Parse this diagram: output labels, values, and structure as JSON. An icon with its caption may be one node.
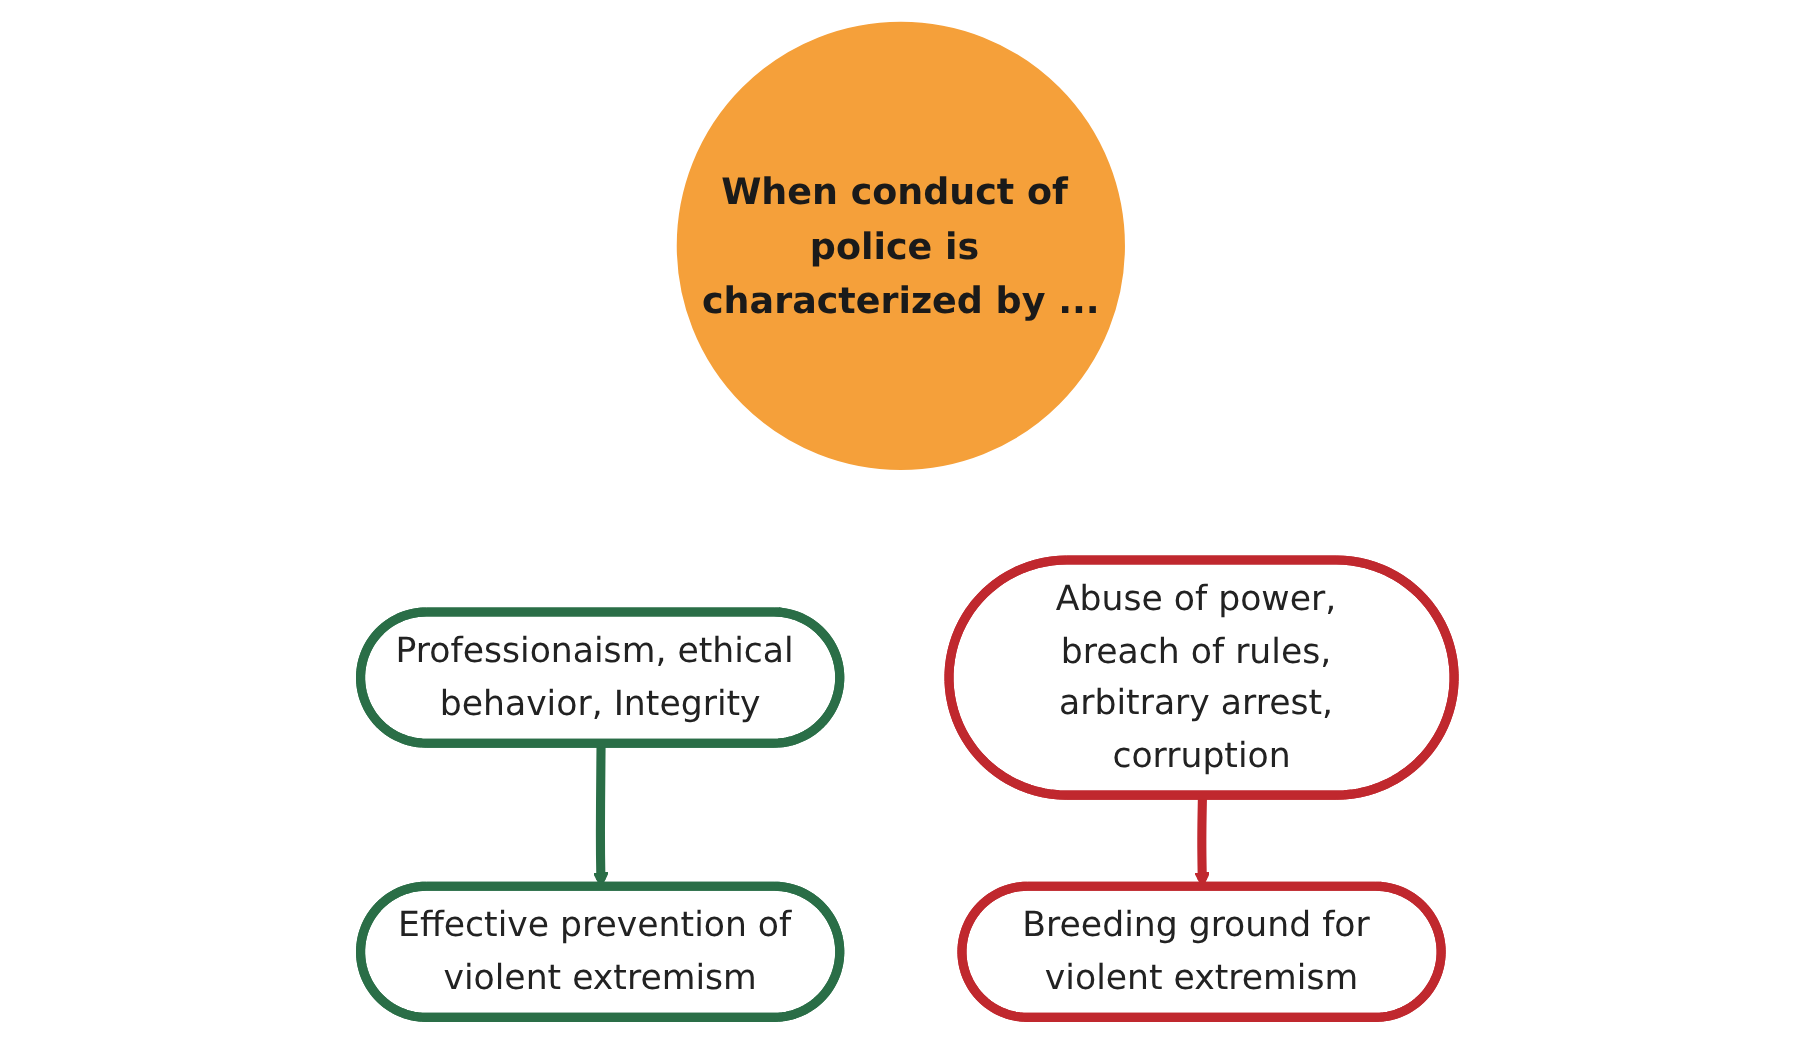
{
  "diagram": {
    "nodes": [
      {
        "text": [
          "When conduct of police is characterized by ..."
        ]
      },
      {
        "text": [
          "Professionaism, ethical behavior, Integrity"
        ]
      },
      {
        "text": [
          "Abuse of power, breach of rules, arbitrary arrest, corruption"
        ]
      },
      {
        "text": [
          "Effective prevention of violent extremism"
        ]
      },
      {
        "text": [
          "Breeding ground for violent extremism"
        ]
      }
    ],
    "edges": [
      {
        "from": 1,
        "to": 3,
        "arrow": "to",
        "color": "#2a6e47"
      },
      {
        "from": 2,
        "to": 4,
        "arrow": "to",
        "color": "#c0282e"
      }
    ]
  }
}
